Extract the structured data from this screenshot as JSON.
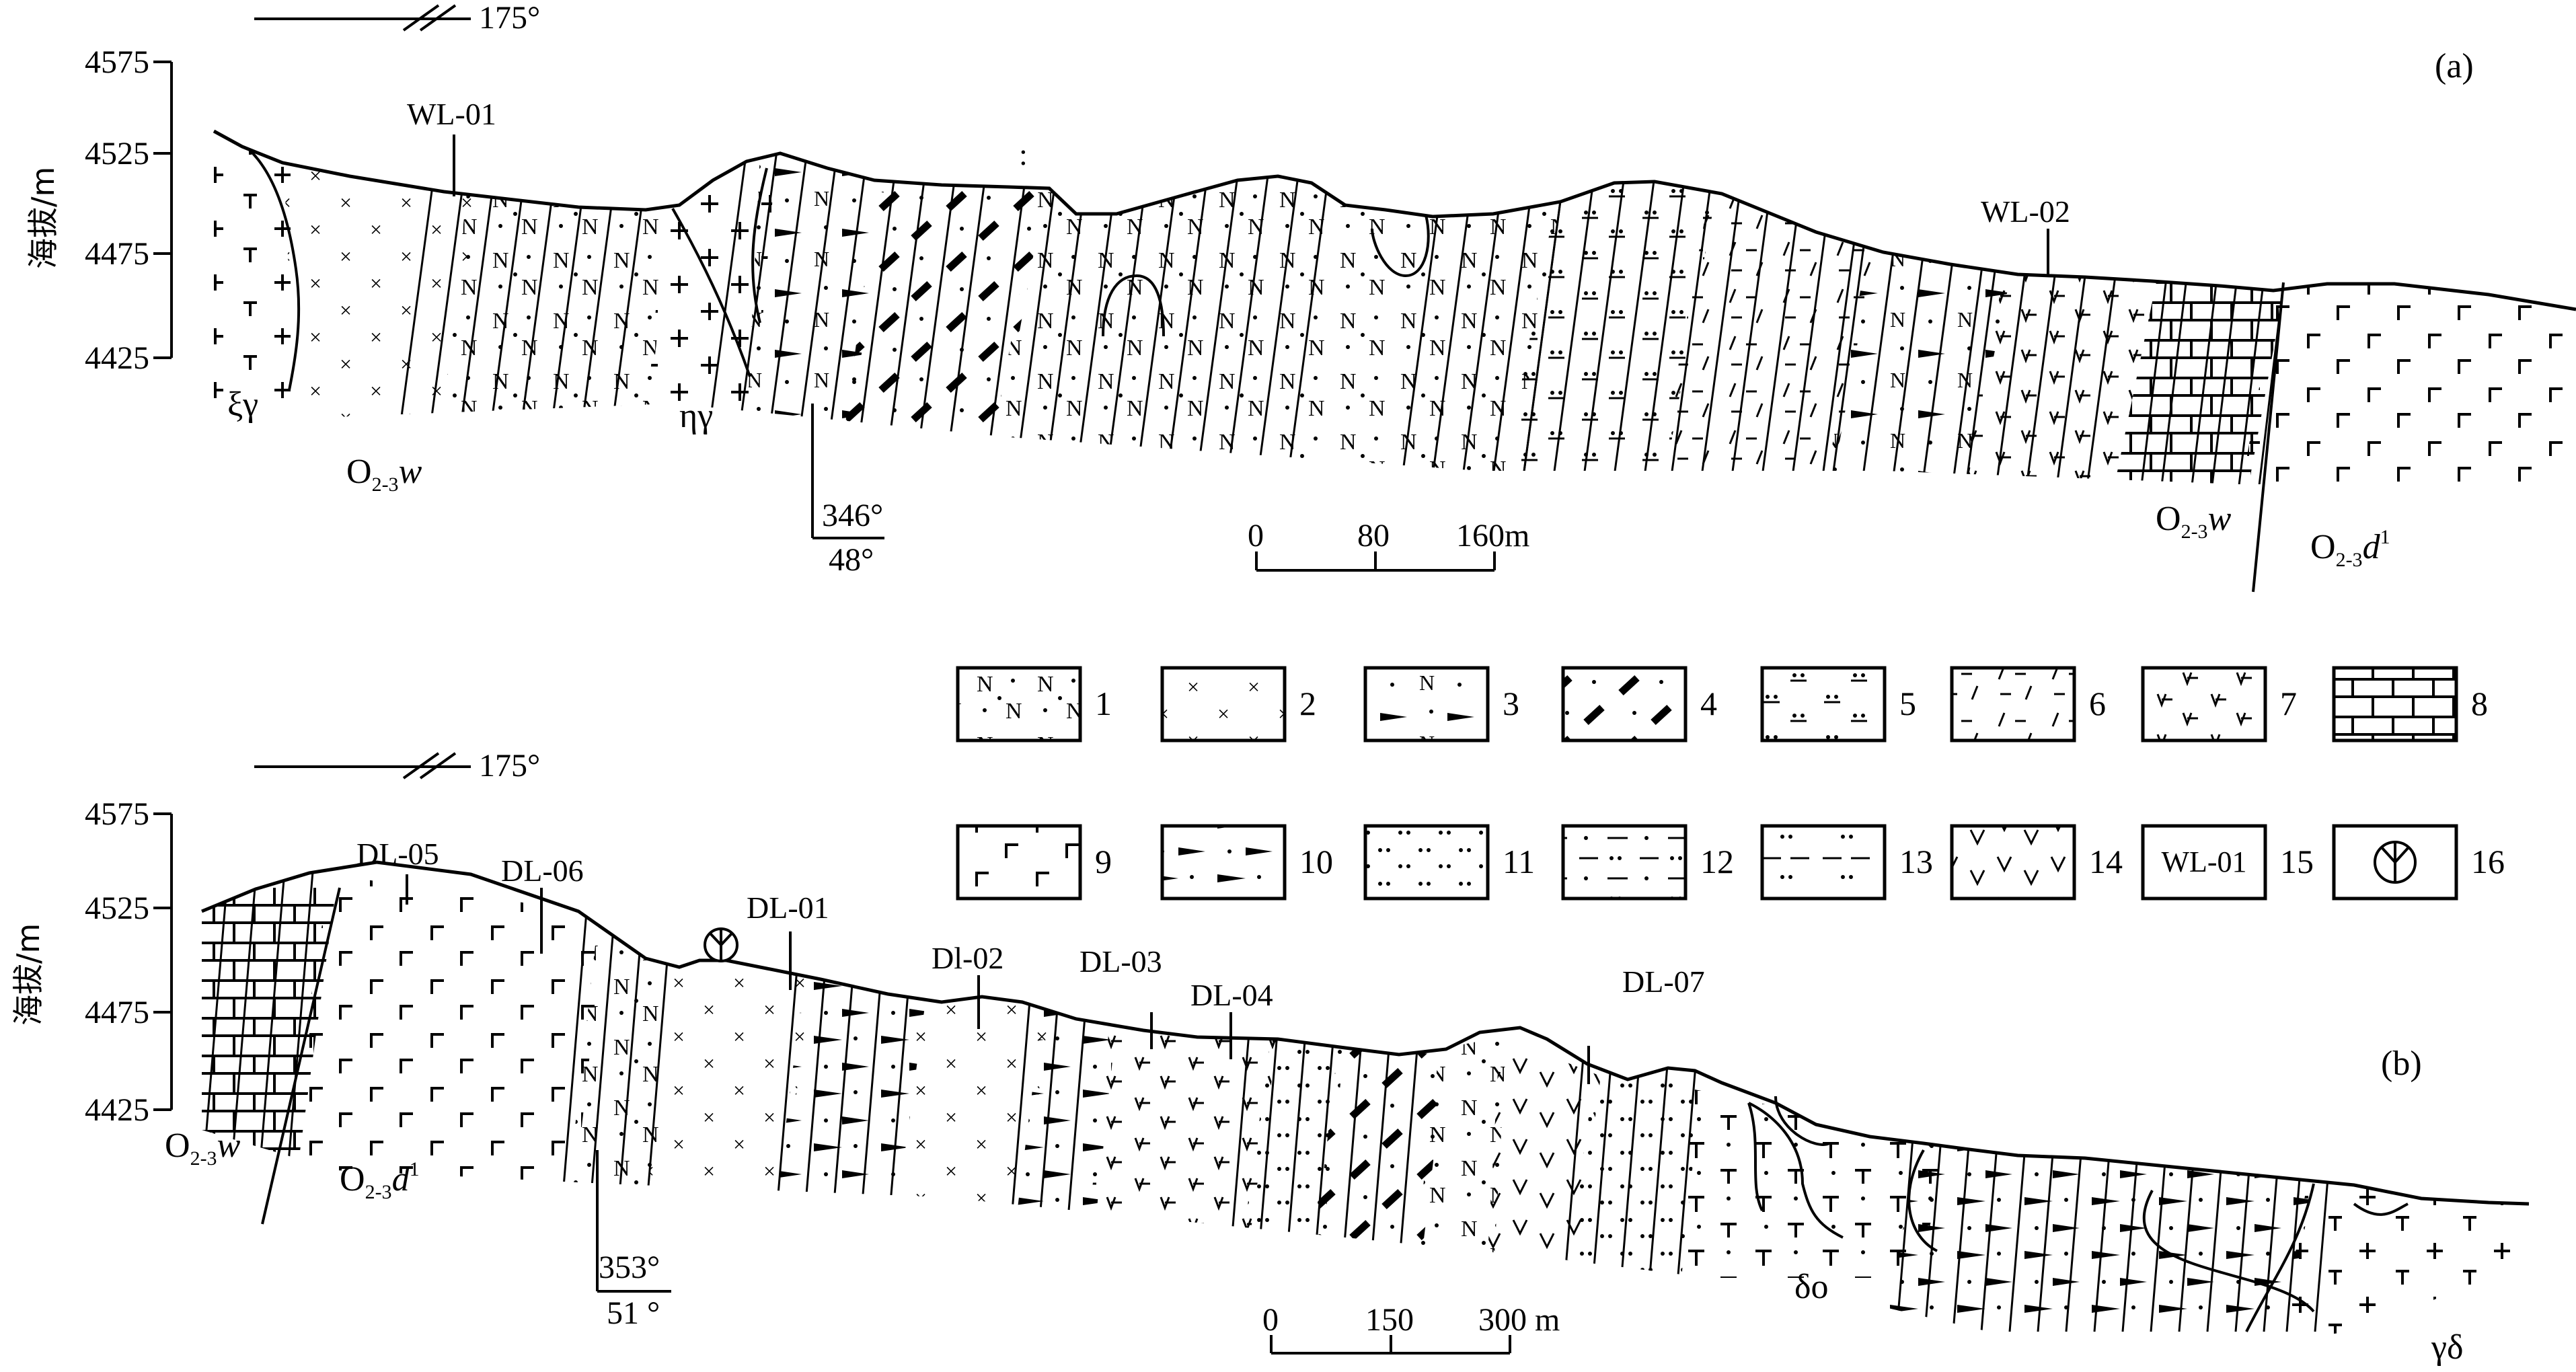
{
  "profile_a": {
    "panel_label": "(a)",
    "direction": "175°",
    "ylabel": "海拔/m",
    "yticks": [
      "4575",
      "4525",
      "4475",
      "4425"
    ],
    "samples": [
      "WL-01",
      "WL-02"
    ],
    "intrusions": [
      "ξγ",
      "ηγ"
    ],
    "formations": [
      {
        "name": "O",
        "sub": "2-3",
        "suffix": "w",
        "sup": ""
      },
      {
        "name": "O",
        "sub": "2-3",
        "suffix": "w",
        "sup": ""
      },
      {
        "name": "O",
        "sub": "2-3",
        "suffix": "d",
        "sup": "1"
      }
    ],
    "attitude": {
      "dip_dir": "346°",
      "dip": "48°"
    },
    "scale": [
      "0",
      "80",
      "160m"
    ]
  },
  "profile_b": {
    "panel_label": "(b)",
    "direction": "175°",
    "ylabel": "海拔/m",
    "yticks": [
      "4575",
      "4525",
      "4475",
      "4425"
    ],
    "samples": [
      "DL-05",
      "DL-06",
      "DL-01",
      "Dl-02",
      "DL-03",
      "DL-04",
      "DL-07"
    ],
    "intrusions": [
      "δo",
      "γδ"
    ],
    "formations": [
      {
        "name": "O",
        "sub": "2-3",
        "suffix": "w",
        "sup": ""
      },
      {
        "name": "O",
        "sub": "2-3",
        "suffix": "d",
        "sup": "1"
      }
    ],
    "attitude": {
      "dip_dir": "353°",
      "dip": "51 °"
    },
    "scale": [
      "0",
      "150",
      "300 m"
    ]
  },
  "legend": [
    {
      "n": "1",
      "pattern": "pN"
    },
    {
      "n": "2",
      "pattern": "pX"
    },
    {
      "n": "3",
      "pattern": "pNF"
    },
    {
      "n": "4",
      "pattern": "pBD"
    },
    {
      "n": "5",
      "pattern": "pDL"
    },
    {
      "n": "6",
      "pattern": "pDS"
    },
    {
      "n": "7",
      "pattern": "pK"
    },
    {
      "n": "8",
      "pattern": "pBR"
    },
    {
      "n": "9",
      "pattern": "pG"
    },
    {
      "n": "10",
      "pattern": "pF"
    },
    {
      "n": "11",
      "pattern": "pDO"
    },
    {
      "n": "12",
      "pattern": "pDH"
    },
    {
      "n": "13",
      "pattern": "pDH2"
    },
    {
      "n": "14",
      "pattern": "pV"
    },
    {
      "n": "15",
      "text": "WL-01"
    },
    {
      "n": "16",
      "symbol": "fossil"
    }
  ]
}
